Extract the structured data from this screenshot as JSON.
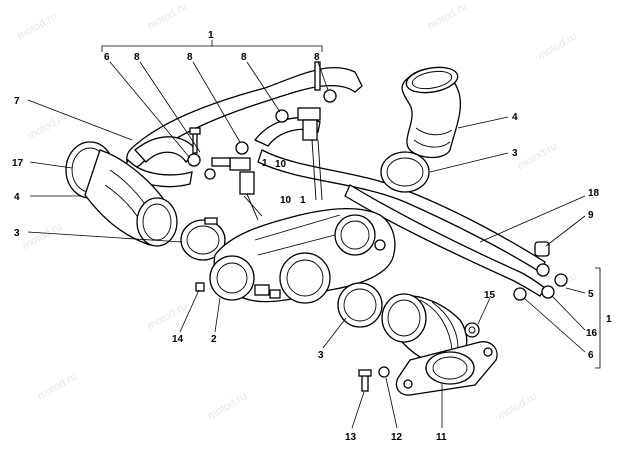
{
  "diagram": {
    "watermark_text": "motod.ru",
    "callouts": {
      "c1_top": "1",
      "c1_mid_a": "1",
      "c1_mid_b": "1",
      "c1_right": "1",
      "c2": "2",
      "c3_left": "3",
      "c3_right": "3",
      "c3_bottom": "3",
      "c4_left": "4",
      "c4_right": "4",
      "c5": "5",
      "c6_top": "6",
      "c6_right": "6",
      "c7": "7",
      "c8_a": "8",
      "c8_b": "8",
      "c8_c": "8",
      "c8_d": "8",
      "c9": "9",
      "c10_a": "10",
      "c10_b": "10",
      "c11": "11",
      "c12": "12",
      "c13": "13",
      "c14": "14",
      "c15": "15",
      "c16": "16",
      "c17": "17",
      "c18": "18"
    }
  }
}
